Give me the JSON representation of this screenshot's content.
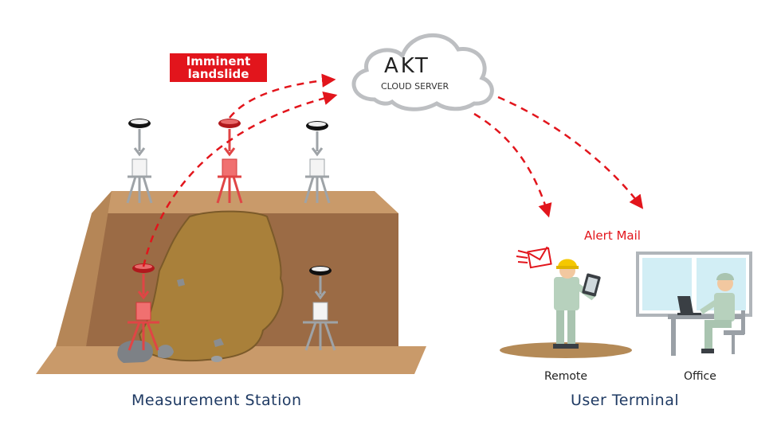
{
  "cloud": {
    "logo": "AKT",
    "label": "CLOUD SERVER"
  },
  "alert_badge": {
    "line1": "Imminent",
    "line2": "landslide"
  },
  "alert_mail_label": "Alert Mail",
  "sections": {
    "measurement_station": "Measurement Station",
    "user_terminal": "User Terminal"
  },
  "terminals": {
    "remote": "Remote",
    "office": "Office"
  },
  "colors": {
    "alert_red": "#e2151c",
    "navy_text": "#1f3a63",
    "soil": "#9b6b45",
    "soil_top": "#c99a6a",
    "landslide": "#a9803a",
    "sensor_normal": "#9ea3a7",
    "sensor_alert": "#e04545"
  }
}
